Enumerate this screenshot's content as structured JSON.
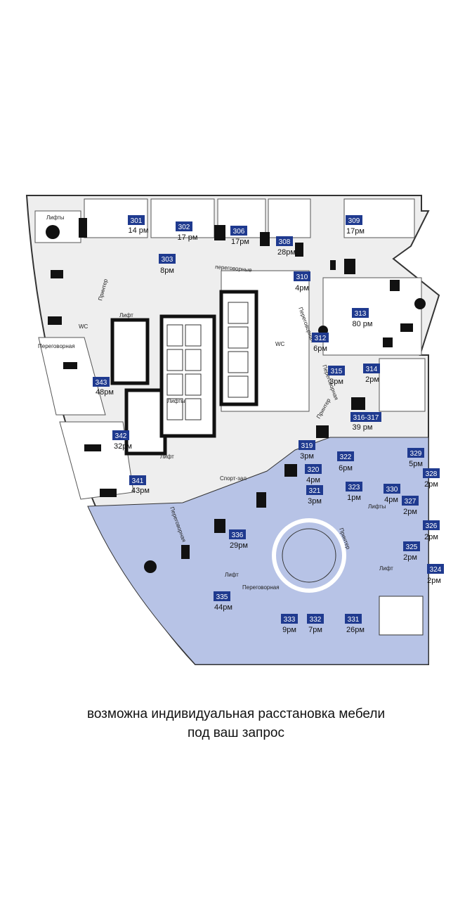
{
  "caption": {
    "line1": "возможна индивидуальная расстановка мебели",
    "line2": "под ваш запрос"
  },
  "colors": {
    "highlight": "#b7c3e6",
    "badge": "#1f3a8f",
    "wall": "#111111",
    "floor": "#eeeeee",
    "office_bg": "#ffffff"
  },
  "labels": {
    "lifts_top": "Лифты",
    "wc_left": "WC",
    "lift_left": "Лифт",
    "meeting_left": "Переговорная",
    "printer_left": "Принтер",
    "lifts_center": "Лифты",
    "lift_center": "Лифт",
    "meeting_top": "переговорные",
    "wc_center": "WC",
    "meeting_diag": "Переговорная",
    "meeting_diag2": "Переговорная",
    "printer_right": "Принтер",
    "sport": "Спорт-зал",
    "meeting_lower": "Переговорная",
    "lift_lower": "Лифт",
    "meeting_bottom": "Переговорная",
    "printer_lower": "Принтер",
    "lifts_right": "Лифты",
    "lift_right": "Лифт"
  },
  "offices": [
    {
      "num": "301",
      "wp": "14 рм"
    },
    {
      "num": "302",
      "wp": "17 рм"
    },
    {
      "num": "306",
      "wp": "17рм"
    },
    {
      "num": "308",
      "wp": "28рм"
    },
    {
      "num": "309",
      "wp": "17рм"
    },
    {
      "num": "303",
      "wp": "8рм"
    },
    {
      "num": "310",
      "wp": "4рм"
    },
    {
      "num": "313",
      "wp": "80 рм"
    },
    {
      "num": "312",
      "wp": "6рм"
    },
    {
      "num": "314",
      "wp": "2рм"
    },
    {
      "num": "315",
      "wp": "3рм"
    },
    {
      "num": "343",
      "wp": "48рм"
    },
    {
      "num": "316-317",
      "wp": "39 рм"
    },
    {
      "num": "342",
      "wp": "32рм"
    },
    {
      "num": "319",
      "wp": "3рм"
    },
    {
      "num": "329",
      "wp": "5рм"
    },
    {
      "num": "322",
      "wp": "6рм"
    },
    {
      "num": "320",
      "wp": "4рм"
    },
    {
      "num": "328",
      "wp": "2рм"
    },
    {
      "num": "341",
      "wp": "43рм"
    },
    {
      "num": "323",
      "wp": "1рм"
    },
    {
      "num": "330",
      "wp": "4рм"
    },
    {
      "num": "321",
      "wp": "3рм"
    },
    {
      "num": "327",
      "wp": "2рм"
    },
    {
      "num": "326",
      "wp": "2рм"
    },
    {
      "num": "336",
      "wp": "29рм"
    },
    {
      "num": "325",
      "wp": "2рм"
    },
    {
      "num": "324",
      "wp": "2рм"
    },
    {
      "num": "335",
      "wp": "44рм"
    },
    {
      "num": "333",
      "wp": "9рм"
    },
    {
      "num": "332",
      "wp": "7рм"
    },
    {
      "num": "331",
      "wp": "26рм"
    }
  ]
}
